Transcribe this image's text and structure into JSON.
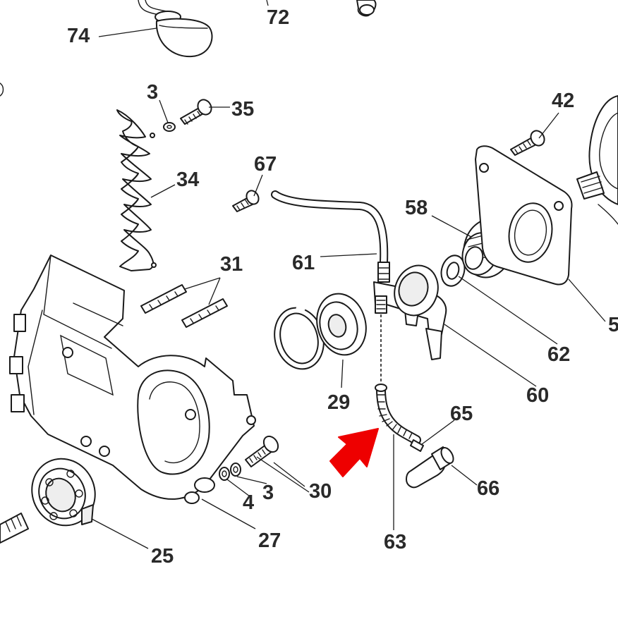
{
  "callouts": {
    "p74": "74",
    "p72": "72",
    "p3a": "3",
    "p35": "35",
    "p34": "34",
    "p67": "67",
    "p42": "42",
    "p58": "58",
    "p61": "61",
    "p31": "31",
    "p62": "62",
    "p5": "5",
    "p29": "29",
    "p60": "60",
    "p65": "65",
    "p66": "66",
    "p63": "63",
    "p30": "30",
    "p3b": "3",
    "p4": "4",
    "p27": "27",
    "p25": "25"
  },
  "colors": {
    "line": "#1a1a1a",
    "label": "#2a2a2a",
    "arrow": "#ee0000",
    "background": "#ffffff"
  },
  "highlight": {
    "pointer": "red-arrow",
    "target_part": "63"
  }
}
